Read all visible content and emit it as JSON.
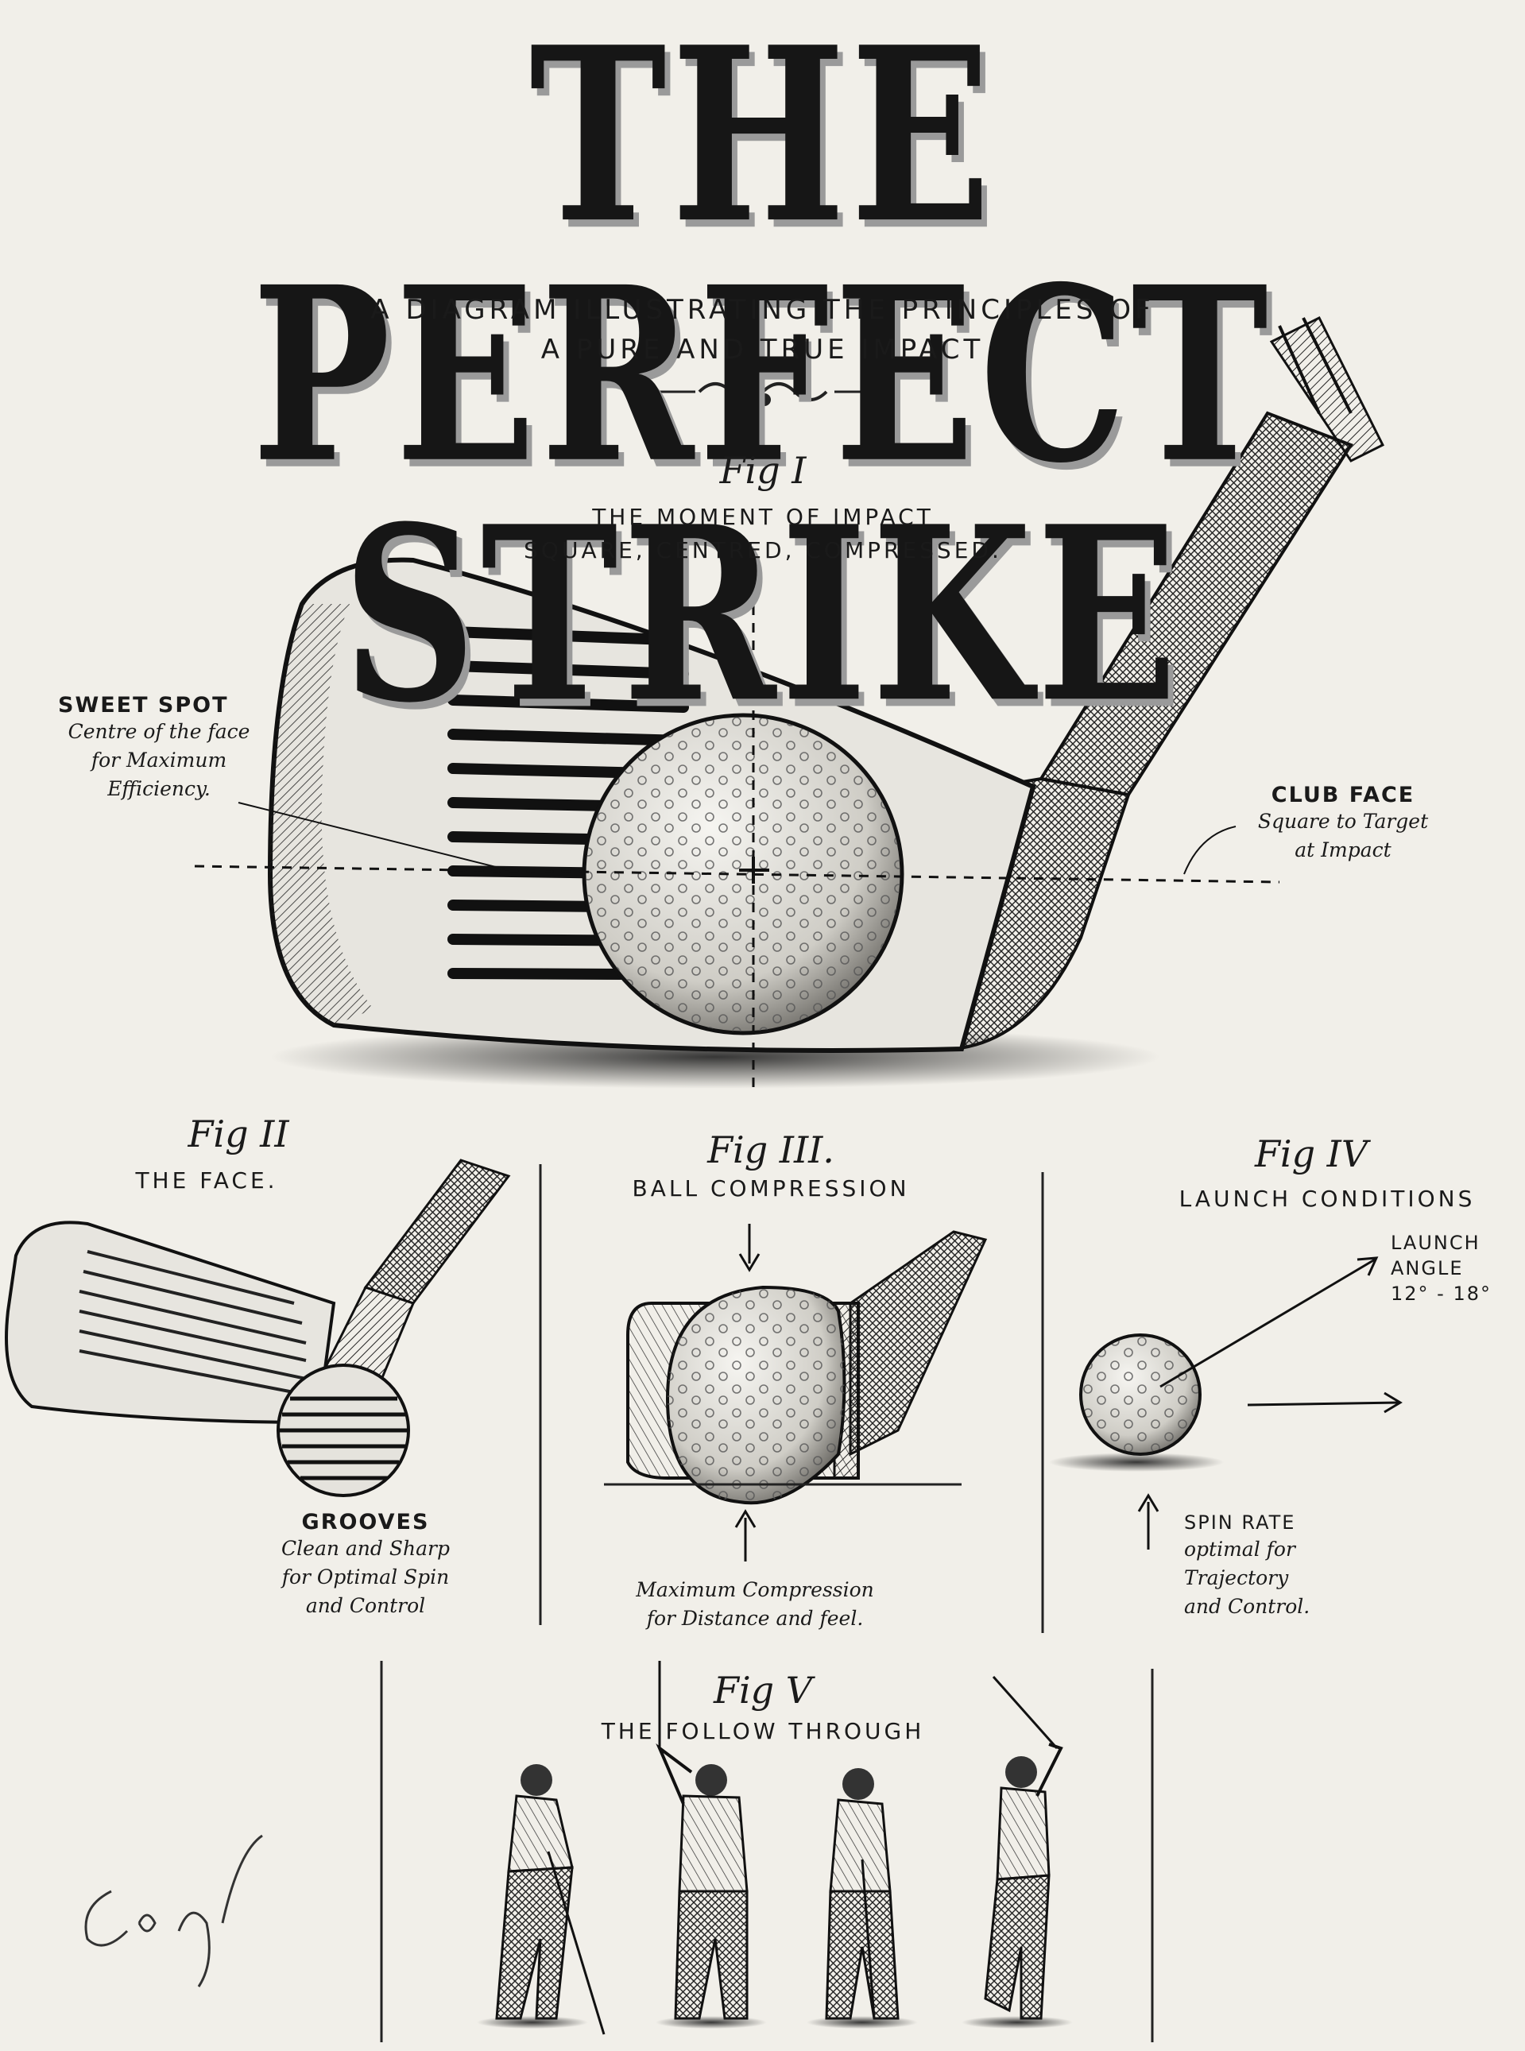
{
  "title": "THE PERFECT STRIKE",
  "subtitle": {
    "line1": "A DIAGRAM ILLUSTRATING THE PRINCIPLES OF",
    "line2": "A PURE AND TRUE IMPACT"
  },
  "fig1": {
    "label": "Fig I",
    "caption1": "THE MOMENT OF IMPACT",
    "caption2": "SQUARE, CENTRED, COMPRESSED.",
    "sweet_spot": {
      "head": "SWEET SPOT",
      "line1": "Centre of the face",
      "line2": "for Maximum",
      "line3": "Efficiency."
    },
    "club_face": {
      "head": "CLUB FACE",
      "line1": "Square to Target",
      "line2": "at Impact"
    }
  },
  "fig2": {
    "label": "Fig II",
    "caption": "THE FACE.",
    "grooves": {
      "head": "GROOVES",
      "line1": "Clean and Sharp",
      "line2": "for Optimal Spin",
      "line3": "and Control"
    }
  },
  "fig3": {
    "label": "Fig III.",
    "caption": "BALL COMPRESSION",
    "note1": "Maximum Compression",
    "note2": "for Distance and feel."
  },
  "fig4": {
    "label": "Fig IV",
    "caption": "LAUNCH CONDITIONS",
    "launch1": "LAUNCH",
    "launch2": "ANGLE",
    "launch3": "12° - 18°",
    "spin_head": "SPIN RATE",
    "spin1": "optimal for",
    "spin2": "Trajectory",
    "spin3": "and Control."
  },
  "fig5": {
    "label": "Fig V",
    "caption": "THE FOLLOW THROUGH"
  },
  "colors": {
    "paper": "#f1efe9",
    "ink": "#1a1a1a"
  }
}
